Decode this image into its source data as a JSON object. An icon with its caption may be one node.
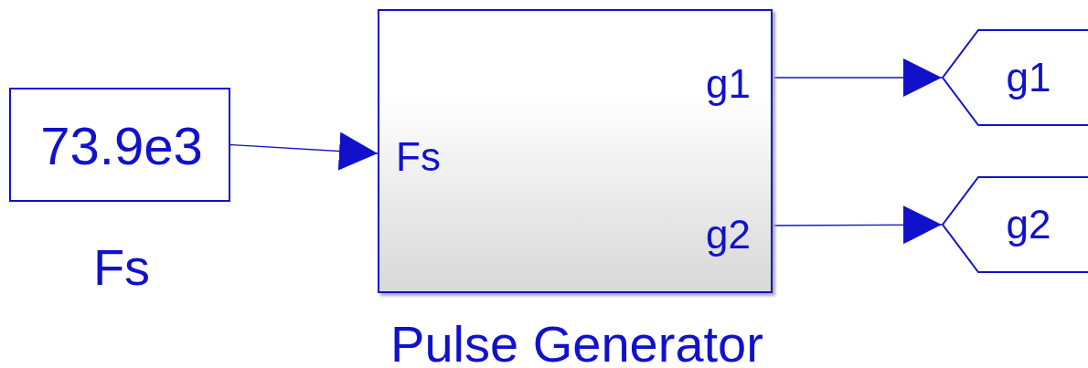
{
  "diagram": {
    "nodes": [
      {
        "text": [
          "73.9e3"
        ],
        "beside": [
          "Fs"
        ]
      },
      {
        "text": [
          "g1",
          "Fs",
          "g2",
          "Pulse Generator"
        ]
      },
      {
        "text": [
          "g1"
        ]
      },
      {
        "text": [
          "g2"
        ]
      }
    ],
    "edges": [
      {
        "from": 0,
        "to": 1,
        "arrow": "to"
      },
      {
        "from": 1,
        "to": 2,
        "arrow": "to"
      },
      {
        "from": 1,
        "to": 3,
        "arrow": "to"
      }
    ]
  }
}
